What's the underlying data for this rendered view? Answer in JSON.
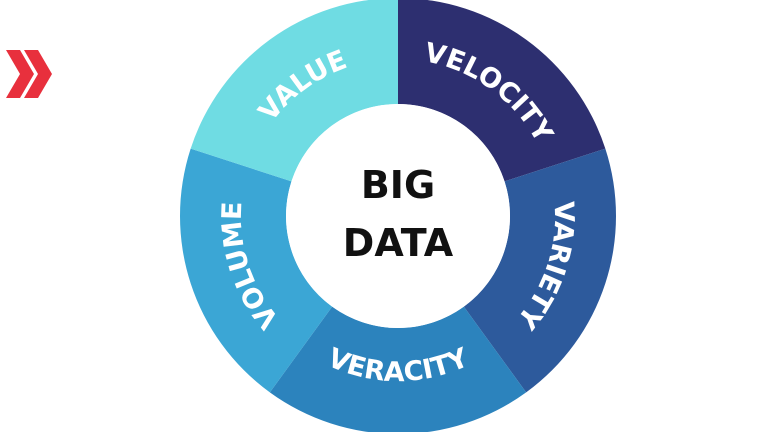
{
  "logo": {
    "icon": "double-chevron-right",
    "color": "#e8303d"
  },
  "center": {
    "line1": "BIG",
    "line2": "DATA"
  },
  "segments": [
    {
      "label": "VELOCITY",
      "color": "#2d2f70"
    },
    {
      "label": "VARIETY",
      "color": "#2d5a9c"
    },
    {
      "label": "VERACITY",
      "color": "#2c83bd"
    },
    {
      "label": "VOLUME",
      "color": "#3ba6d5"
    },
    {
      "label": "VALUE",
      "color": "#6fdce3"
    }
  ]
}
